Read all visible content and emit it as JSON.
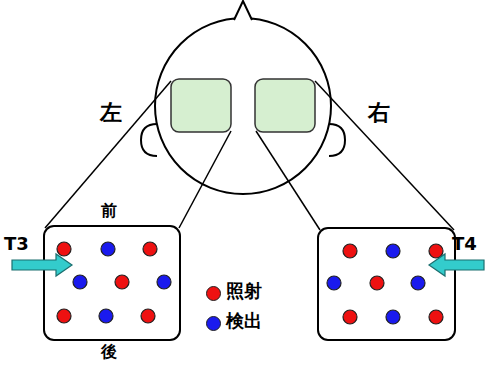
{
  "diagram": {
    "labels": [
      "左",
      "右",
      "前",
      "後",
      "T3",
      "T4"
    ],
    "legend": [
      {
        "text": "照射",
        "color": "#ee1111"
      },
      {
        "text": "検出",
        "color": "#1a1aee"
      }
    ]
  }
}
